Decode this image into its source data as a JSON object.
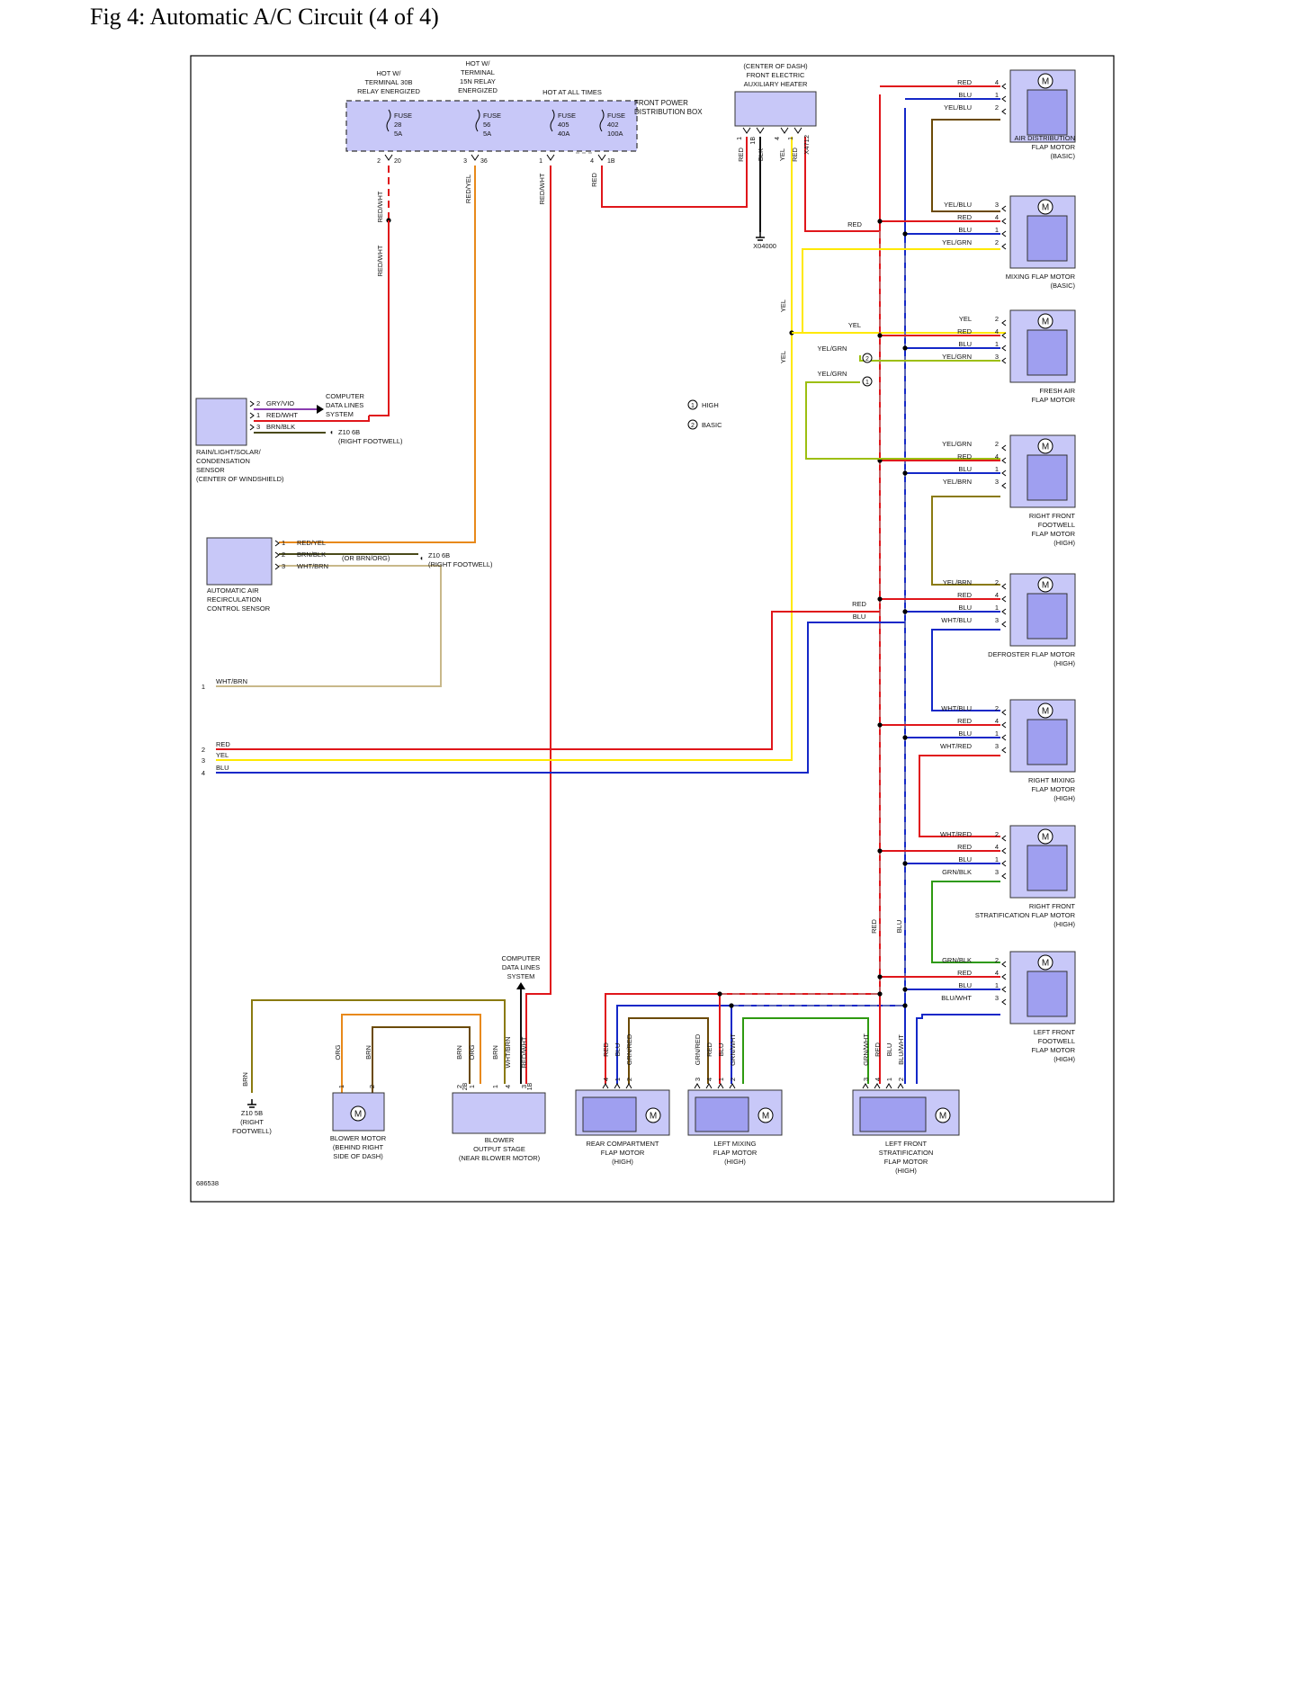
{
  "title": "Fig 4: Automatic A/C Circuit (4 of 4)",
  "colors": {
    "red": "#e0161b",
    "blue": "#1428c8",
    "yellow": "#ffe900",
    "green": "#2e9a10",
    "orange": "#e8891a",
    "brown": "#6b4a06",
    "olive": "#8a7a10",
    "black": "#111111",
    "component_fill": "#c8c8f8",
    "yelgrn": "#9dbf10"
  },
  "figure_id": "686538",
  "power_box": {
    "name": "FRONT POWER DISTRIBUTION BOX",
    "headers": [
      [
        "HOT W/",
        "TERMINAL 30B",
        "RELAY ENERGIZED"
      ],
      [
        "HOT W/",
        "TERMINAL",
        "15N RELAY",
        "ENERGIZED"
      ],
      [
        "HOT AT ALL TIMES"
      ]
    ],
    "fuses": [
      [
        "FUSE",
        "28",
        "5A"
      ],
      [
        "FUSE",
        "56",
        "5A"
      ],
      [
        "FUSE",
        "405",
        "40A"
      ],
      [
        "FUSE",
        "402",
        "100A"
      ]
    ],
    "pins": [
      {
        "pin": "2",
        "conn": "20",
        "wire": "RED/WHT"
      },
      {
        "pin": "3",
        "conn": "36",
        "wire": "RED/YEL"
      },
      {
        "pin": "1",
        "conn": "",
        "wire": "RED/WHT"
      },
      {
        "pin": "4",
        "conn": "1B",
        "wire": "RED"
      }
    ]
  },
  "heater": {
    "name": [
      "(CENTER OF DASH)",
      "FRONT ELECTRIC",
      "AUXILIARY HEATER"
    ],
    "pins": [
      {
        "pin": "1",
        "wire": "RED"
      },
      {
        "pin": "1B",
        "wire": "BLK"
      },
      {
        "pin": "4",
        "wire": "YEL"
      },
      {
        "pin": "1",
        "wire": "RED"
      }
    ],
    "connector": "X4712",
    "ground": "X04000"
  },
  "legend": [
    {
      "num": "1",
      "text": "HIGH"
    },
    {
      "num": "2",
      "text": "BASIC"
    }
  ],
  "rain_sensor": {
    "name": [
      "RAIN/LIGHT/SOLAR/",
      "CONDENSATION",
      "SENSOR",
      "(CENTER OF WINDSHIELD)"
    ],
    "pins": [
      {
        "pin": "2",
        "wire": "GRY/VIO"
      },
      {
        "pin": "1",
        "wire": "RED/WHT"
      },
      {
        "pin": "3",
        "wire": "BRN/BLK"
      }
    ],
    "data_lines": [
      "COMPUTER",
      "DATA LINES",
      "SYSTEM"
    ],
    "ground": [
      "Z10 6B",
      "(RIGHT FOOTWELL)"
    ]
  },
  "recirc_sensor": {
    "name": [
      "AUTOMATIC AIR",
      "RECIRCULATION",
      "CONTROL SENSOR"
    ],
    "pins": [
      {
        "pin": "1",
        "wire": "RED/YEL"
      },
      {
        "pin": "2",
        "wire": "BRN/BLK"
      },
      {
        "pin": "3",
        "wire": "WHT/BRN"
      }
    ],
    "or_note": "(OR BRN/ORG)",
    "ground": [
      "Z10 6B",
      "(RIGHT FOOTWELL)"
    ]
  },
  "left_connector": [
    {
      "pin": "1",
      "wire": "WHT/BRN"
    },
    {
      "pin": "2",
      "wire": "RED"
    },
    {
      "pin": "3",
      "wire": "YEL"
    },
    {
      "pin": "4",
      "wire": "BLU"
    }
  ],
  "misc_labels": {
    "yel": "YEL",
    "red": "RED",
    "blu": "BLU",
    "yelgrn": "YEL/GRN"
  },
  "right_motors": [
    {
      "name": [
        "AIR DISTRIBUTION",
        "FLAP MOTOR",
        "(BASIC)"
      ],
      "pins": [
        [
          "RED",
          "4"
        ],
        [
          "BLU",
          "1"
        ],
        [
          "YEL/BLU",
          "2"
        ]
      ]
    },
    {
      "name": [
        "MIXING FLAP MOTOR",
        "(BASIC)"
      ],
      "pins": [
        [
          "YEL/BLU",
          "3"
        ],
        [
          "RED",
          "4"
        ],
        [
          "BLU",
          "1"
        ],
        [
          "YEL/GRN",
          "2"
        ]
      ]
    },
    {
      "name": [
        "FRESH AIR",
        "FLAP MOTOR"
      ],
      "pins": [
        [
          "YEL",
          "2"
        ],
        [
          "RED",
          "4"
        ],
        [
          "BLU",
          "1"
        ],
        [
          "YEL/GRN",
          "3"
        ]
      ]
    },
    {
      "name": [
        "RIGHT FRONT",
        "FOOTWELL",
        "FLAP MOTOR",
        "(HIGH)"
      ],
      "pins": [
        [
          "YEL/GRN",
          "2"
        ],
        [
          "RED",
          "4"
        ],
        [
          "BLU",
          "1"
        ],
        [
          "YEL/BRN",
          "3"
        ]
      ]
    },
    {
      "name": [
        "DEFROSTER FLAP MOTOR",
        "(HIGH)"
      ],
      "pins": [
        [
          "YEL/BRN",
          "2"
        ],
        [
          "RED",
          "4"
        ],
        [
          "BLU",
          "1"
        ],
        [
          "WHT/BLU",
          "3"
        ]
      ]
    },
    {
      "name": [
        "RIGHT MIXING",
        "FLAP MOTOR",
        "(HIGH)"
      ],
      "pins": [
        [
          "WHT/BLU",
          "2"
        ],
        [
          "RED",
          "4"
        ],
        [
          "BLU",
          "1"
        ],
        [
          "WHT/RED",
          "3"
        ]
      ]
    },
    {
      "name": [
        "RIGHT FRONT",
        "STRATIFICATION FLAP MOTOR",
        "(HIGH)"
      ],
      "pins": [
        [
          "WHT/RED",
          "2"
        ],
        [
          "RED",
          "4"
        ],
        [
          "BLU",
          "1"
        ],
        [
          "GRN/BLK",
          "3"
        ]
      ]
    },
    {
      "name": [
        "LEFT FRONT",
        "FOOTWELL",
        "FLAP MOTOR",
        "(HIGH)"
      ],
      "pins": [
        [
          "GRN/BLK",
          "2"
        ],
        [
          "RED",
          "4"
        ],
        [
          "BLU",
          "1"
        ],
        [
          "BLU/WHT",
          "3"
        ]
      ]
    }
  ],
  "bottom": {
    "ground": {
      "wire": "BRN",
      "name": [
        "Z10 5B",
        "(RIGHT",
        "FOOTWELL)"
      ]
    },
    "data_lines": [
      "COMPUTER",
      "DATA LINES",
      "SYSTEM"
    ],
    "blower_motor": {
      "name": [
        "BLOWER MOTOR",
        "(BEHIND RIGHT",
        "SIDE OF DASH)"
      ],
      "pins": [
        [
          "1",
          "ORG"
        ],
        [
          "2",
          "BRN"
        ]
      ]
    },
    "blower_stage": {
      "name": [
        "BLOWER",
        "OUTPUT STAGE",
        "(NEAR BLOWER MOTOR)"
      ],
      "pins": [
        [
          "2",
          "BRN",
          "2B"
        ],
        [
          "1",
          "ORG",
          ""
        ],
        [
          "1",
          "BRN",
          ""
        ],
        [
          "4",
          "WHT/BRN",
          ""
        ],
        [
          "3",
          "RED/WHT",
          "1B"
        ]
      ]
    },
    "rear_motor": {
      "name": [
        "REAR COMPARTMENT",
        "FLAP MOTOR",
        "(HIGH)"
      ],
      "pins": [
        [
          "4",
          "RED"
        ],
        [
          "1",
          "BLU"
        ],
        [
          "2",
          "GRN/RED"
        ]
      ]
    },
    "left_mixing": {
      "name": [
        "LEFT MIXING",
        "FLAP MOTOR",
        "(HIGH)"
      ],
      "pins": [
        [
          "3",
          "GRN/RED"
        ],
        [
          "4",
          "RED"
        ],
        [
          "1",
          "BLU"
        ],
        [
          "2",
          "GRN/WHT"
        ]
      ]
    },
    "left_strat": {
      "name": [
        "LEFT FRONT",
        "STRATIFICATION",
        "FLAP MOTOR",
        "(HIGH)"
      ],
      "pins": [
        [
          "3",
          "GRN/WHT"
        ],
        [
          "4",
          "RED"
        ],
        [
          "1",
          "BLU"
        ],
        [
          "2",
          "BLU/WHT"
        ]
      ]
    },
    "vertical_labels": [
      "RED",
      "BLU"
    ]
  }
}
